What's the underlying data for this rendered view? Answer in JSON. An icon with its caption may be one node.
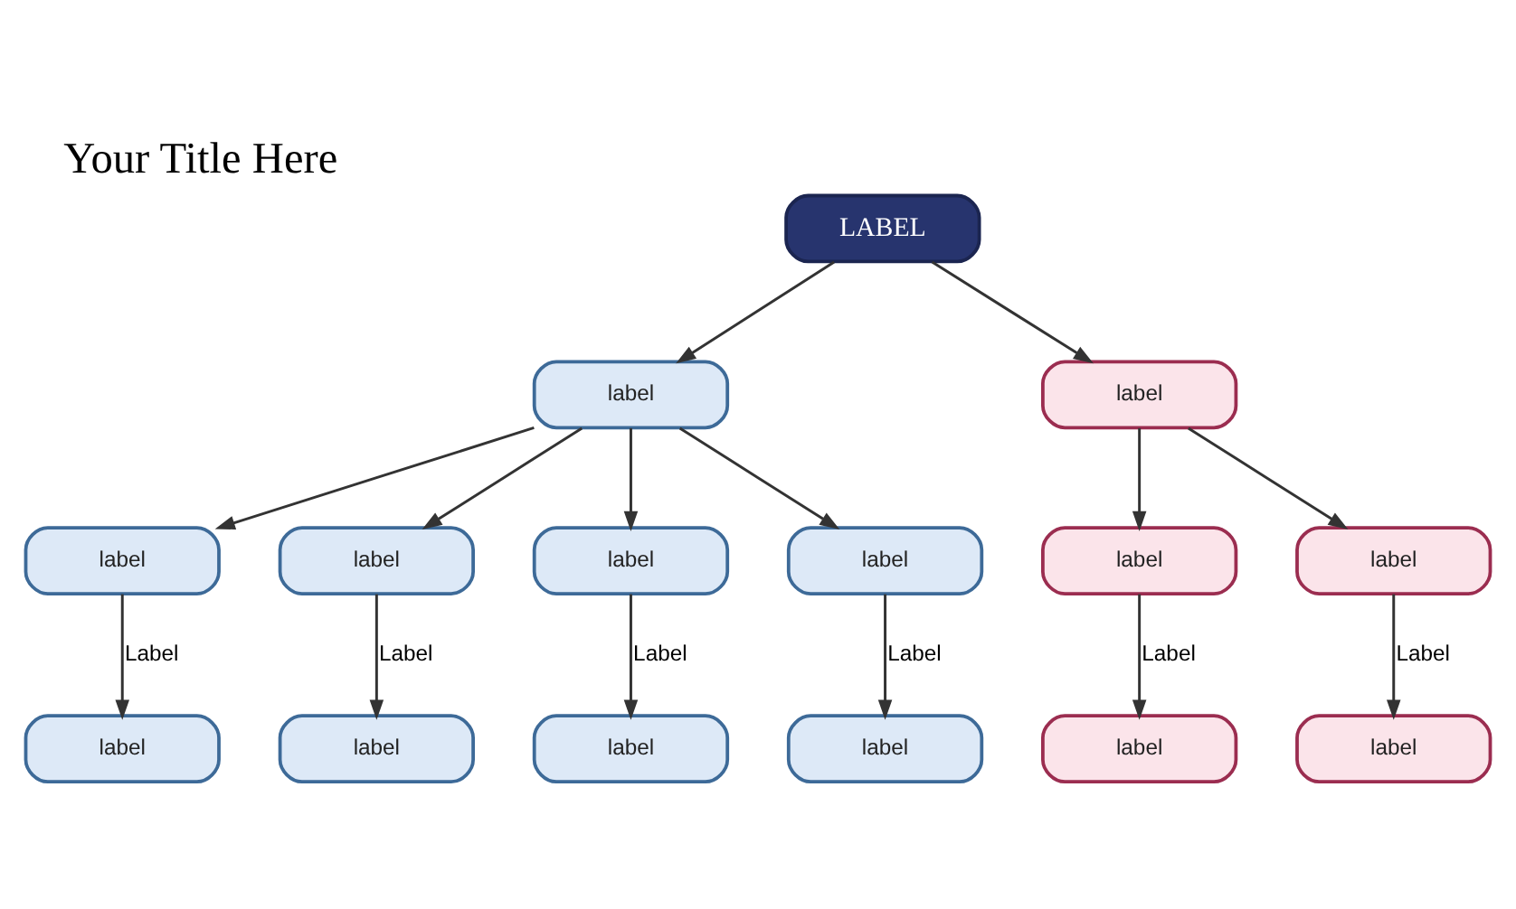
{
  "diagram": {
    "title": "Your Title Here",
    "nodes": [
      {
        "text": [
          "LABEL"
        ]
      },
      {
        "text": [
          "label"
        ]
      },
      {
        "text": [
          "label"
        ]
      },
      {
        "text": [
          "label"
        ]
      },
      {
        "text": [
          "label"
        ]
      },
      {
        "text": [
          "label"
        ]
      },
      {
        "text": [
          "label"
        ]
      },
      {
        "text": [
          "label"
        ]
      },
      {
        "text": [
          "label"
        ]
      },
      {
        "text": [
          "label"
        ]
      },
      {
        "text": [
          "label"
        ]
      },
      {
        "text": [
          "label"
        ]
      },
      {
        "text": [
          "label"
        ]
      },
      {
        "text": [
          "label"
        ]
      },
      {
        "text": [
          "label"
        ]
      }
    ],
    "edges": [
      {
        "from": 0,
        "to": 1,
        "arrow": "to"
      },
      {
        "from": 0,
        "to": 2,
        "arrow": "to"
      },
      {
        "from": 1,
        "to": 3,
        "arrow": "to"
      },
      {
        "from": 1,
        "to": 4,
        "arrow": "to"
      },
      {
        "from": 1,
        "to": 5,
        "arrow": "to"
      },
      {
        "from": 1,
        "to": 6,
        "arrow": "to"
      },
      {
        "from": 2,
        "to": 7,
        "arrow": "to"
      },
      {
        "from": 2,
        "to": 8,
        "arrow": "to"
      },
      {
        "from": 3,
        "to": 9,
        "arrow": "to",
        "label": "Label"
      },
      {
        "from": 4,
        "to": 10,
        "arrow": "to",
        "label": "Label"
      },
      {
        "from": 5,
        "to": 11,
        "arrow": "to",
        "label": "Label"
      },
      {
        "from": 6,
        "to": 12,
        "arrow": "to",
        "label": "Label"
      },
      {
        "from": 7,
        "to": 13,
        "arrow": "to",
        "label": "Label"
      },
      {
        "from": 8,
        "to": 14,
        "arrow": "to",
        "label": "Label"
      }
    ]
  }
}
